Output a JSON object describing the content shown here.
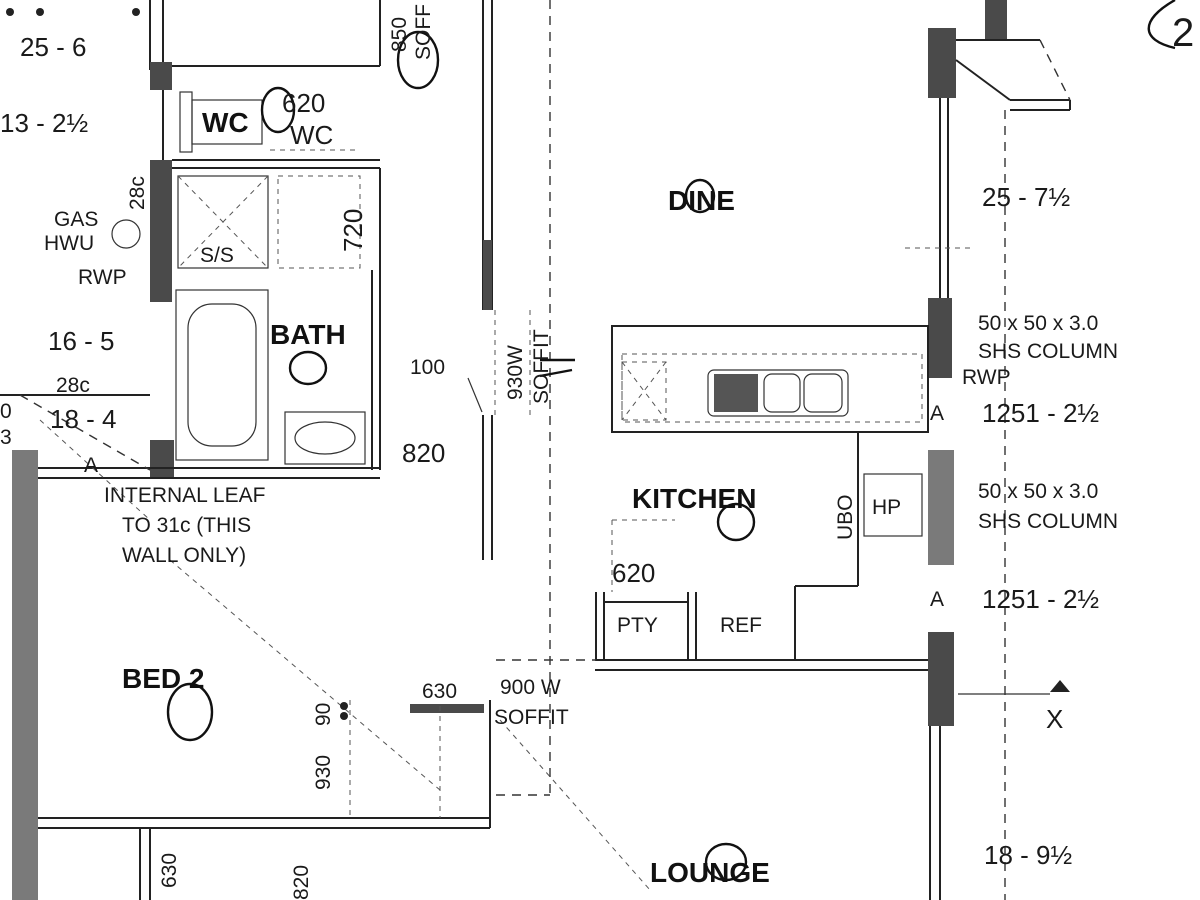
{
  "rooms": {
    "wc": "WC",
    "bath": "BATH",
    "dine": "DINE",
    "kitchen": "KITCHEN",
    "bed2": "BED 2",
    "lounge": "LOUNGE"
  },
  "dimensions": {
    "d_25_6": "25 - 6",
    "d_13_2h": "13 - 2½",
    "d_16_5": "16 - 5",
    "d_18_4": "18 - 4",
    "d_25_7h": "25 - 7½",
    "d_1251_a": "1251 - 2½",
    "d_1251_b": "1251 - 2½",
    "d_18_9h": "18 - 9½",
    "d_850": "850",
    "d_620_wc": "620",
    "d_720": "720",
    "d_100": "100",
    "d_820": "820",
    "d_620_k": "620",
    "d_630_a": "630",
    "d_630_b": "630",
    "d_90": "90",
    "d_930": "930",
    "d_820_b": "820",
    "d_28c_a": "28c",
    "d_28c_b": "28c"
  },
  "labels": {
    "soffit_top": "SOFF",
    "wc_sub": "WC",
    "gas": "GAS",
    "hwu": "HWU",
    "rwp_left": "RWP",
    "ss": "S/S",
    "w930_a": "930W",
    "soffit_vert": "SOFFIT",
    "internal_leaf_1": "INTERNAL LEAF",
    "internal_leaf_2": "TO 31c (THIS",
    "internal_leaf_3": "WALL ONLY)",
    "a_marker": "A",
    "a_right_1": "A",
    "a_right_2": "A",
    "column_1a": "50 x 50 x 3.0",
    "column_1b": "SHS COLUMN",
    "column_2a": "50 x 50 x 3.0",
    "column_2b": "SHS COLUMN",
    "rwp_right": "RWP",
    "ubo": "UBO",
    "hp": "HP",
    "pty": "PTY",
    "ref": "REF",
    "w900": "900 W",
    "soffit_h": "SOFFIT",
    "x_marker": "X",
    "callout": "2",
    "edge_0": "0",
    "edge_3": "3"
  }
}
